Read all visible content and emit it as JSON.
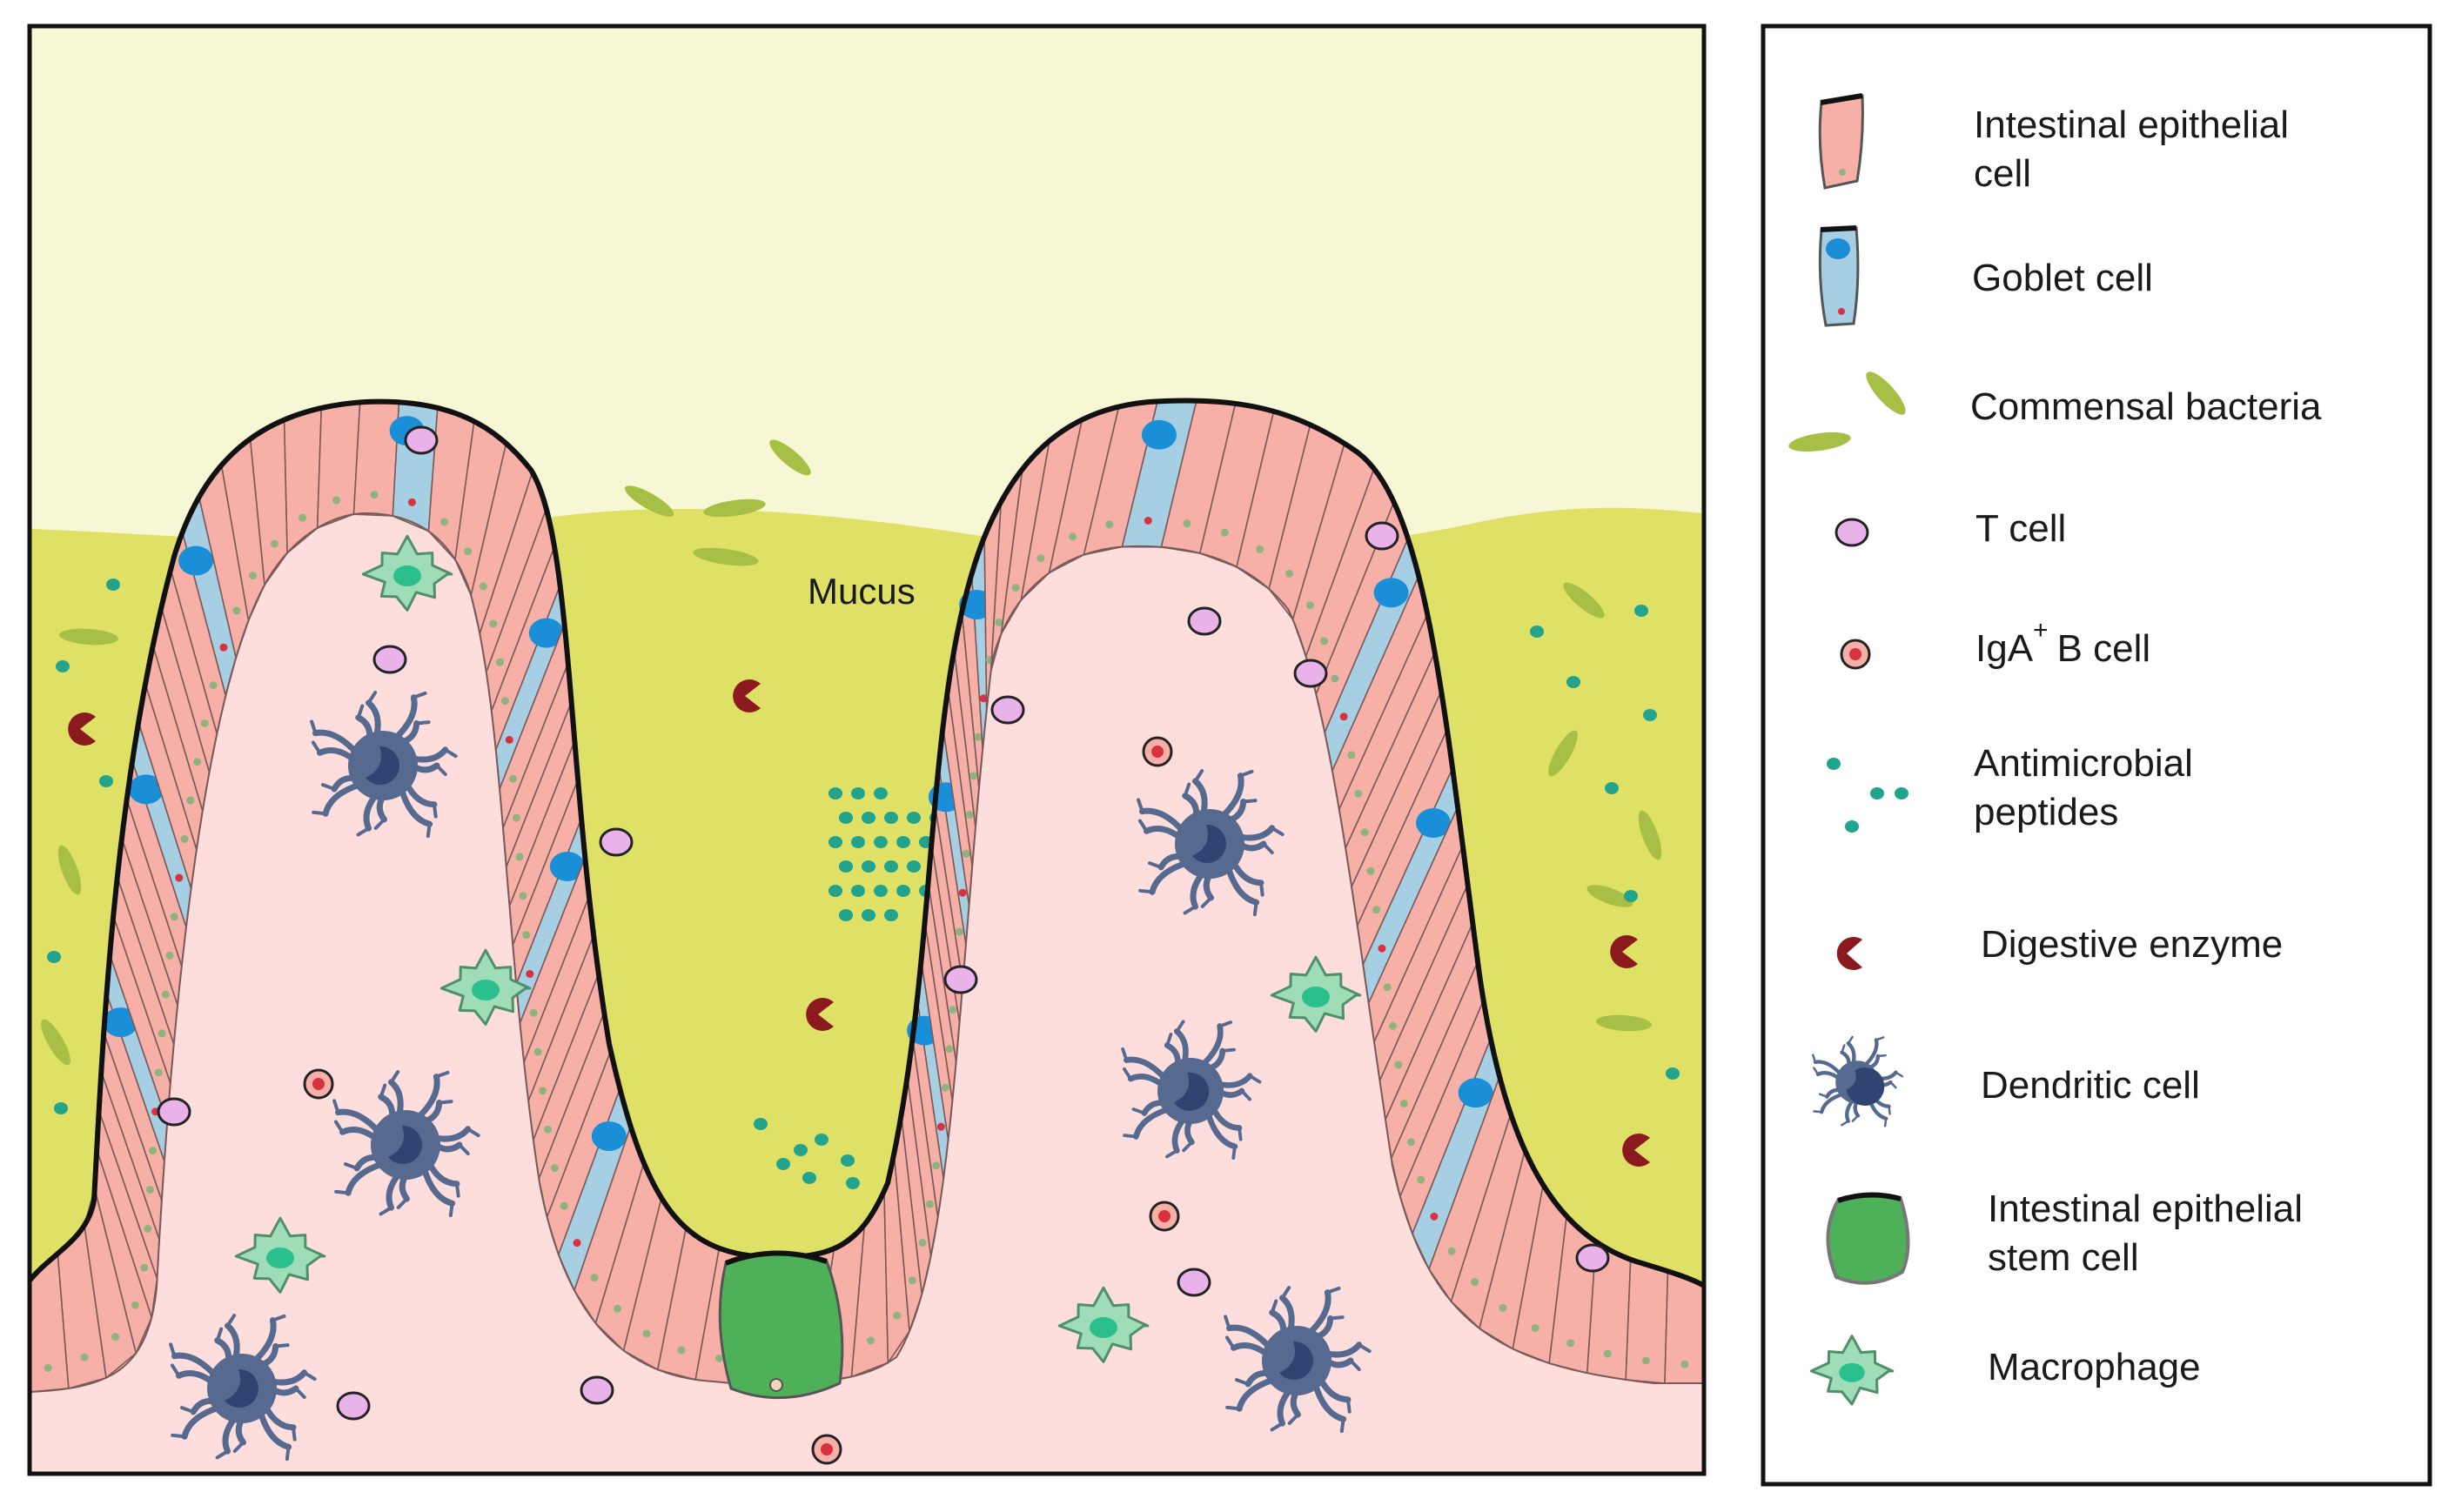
{
  "scene": {
    "mucus_label": "Mucus",
    "colors": {
      "lumen": "#f7f7d6",
      "mucus": "#dfe166",
      "lamina": "#fddedd",
      "epithelial": "#f6b0a8",
      "goblet": "#a6cfe3",
      "goblet_nucleus": "#1a8fd8",
      "stem": "#4fb05a",
      "bacteria": "#a7bf45",
      "t_cell": "#e9b3ea",
      "b_cell": "#d8313f",
      "peptide": "#22a38c",
      "enzyme": "#8b1a1f",
      "dendritic": "#56698f",
      "macrophage": "#9fdcb8",
      "nucleus_dot": "#8fb27f",
      "outline": "#111111"
    }
  },
  "legend": {
    "items": [
      {
        "key": "intestinal-epithelial-cell",
        "lines": [
          "Intestinal epithelial",
          "cell"
        ]
      },
      {
        "key": "goblet-cell",
        "lines": [
          "Goblet cell"
        ]
      },
      {
        "key": "commensal-bacteria",
        "lines": [
          "Commensal bacteria"
        ]
      },
      {
        "key": "t-cell",
        "lines": [
          "T cell"
        ]
      },
      {
        "key": "iga-b-cell",
        "lines": [
          "IgA",
          "B cell"
        ],
        "superscript": "+"
      },
      {
        "key": "antimicrobial-peptides",
        "lines": [
          "Antimicrobial",
          "peptides"
        ]
      },
      {
        "key": "digestive-enzyme",
        "lines": [
          "Digestive enzyme"
        ]
      },
      {
        "key": "dendritic-cell",
        "lines": [
          "Dendritic cell"
        ]
      },
      {
        "key": "intestinal-epithelial-stem-cell",
        "lines": [
          "Intestinal epithelial",
          "stem cell"
        ]
      },
      {
        "key": "macrophage",
        "lines": [
          "Macrophage"
        ]
      }
    ]
  }
}
